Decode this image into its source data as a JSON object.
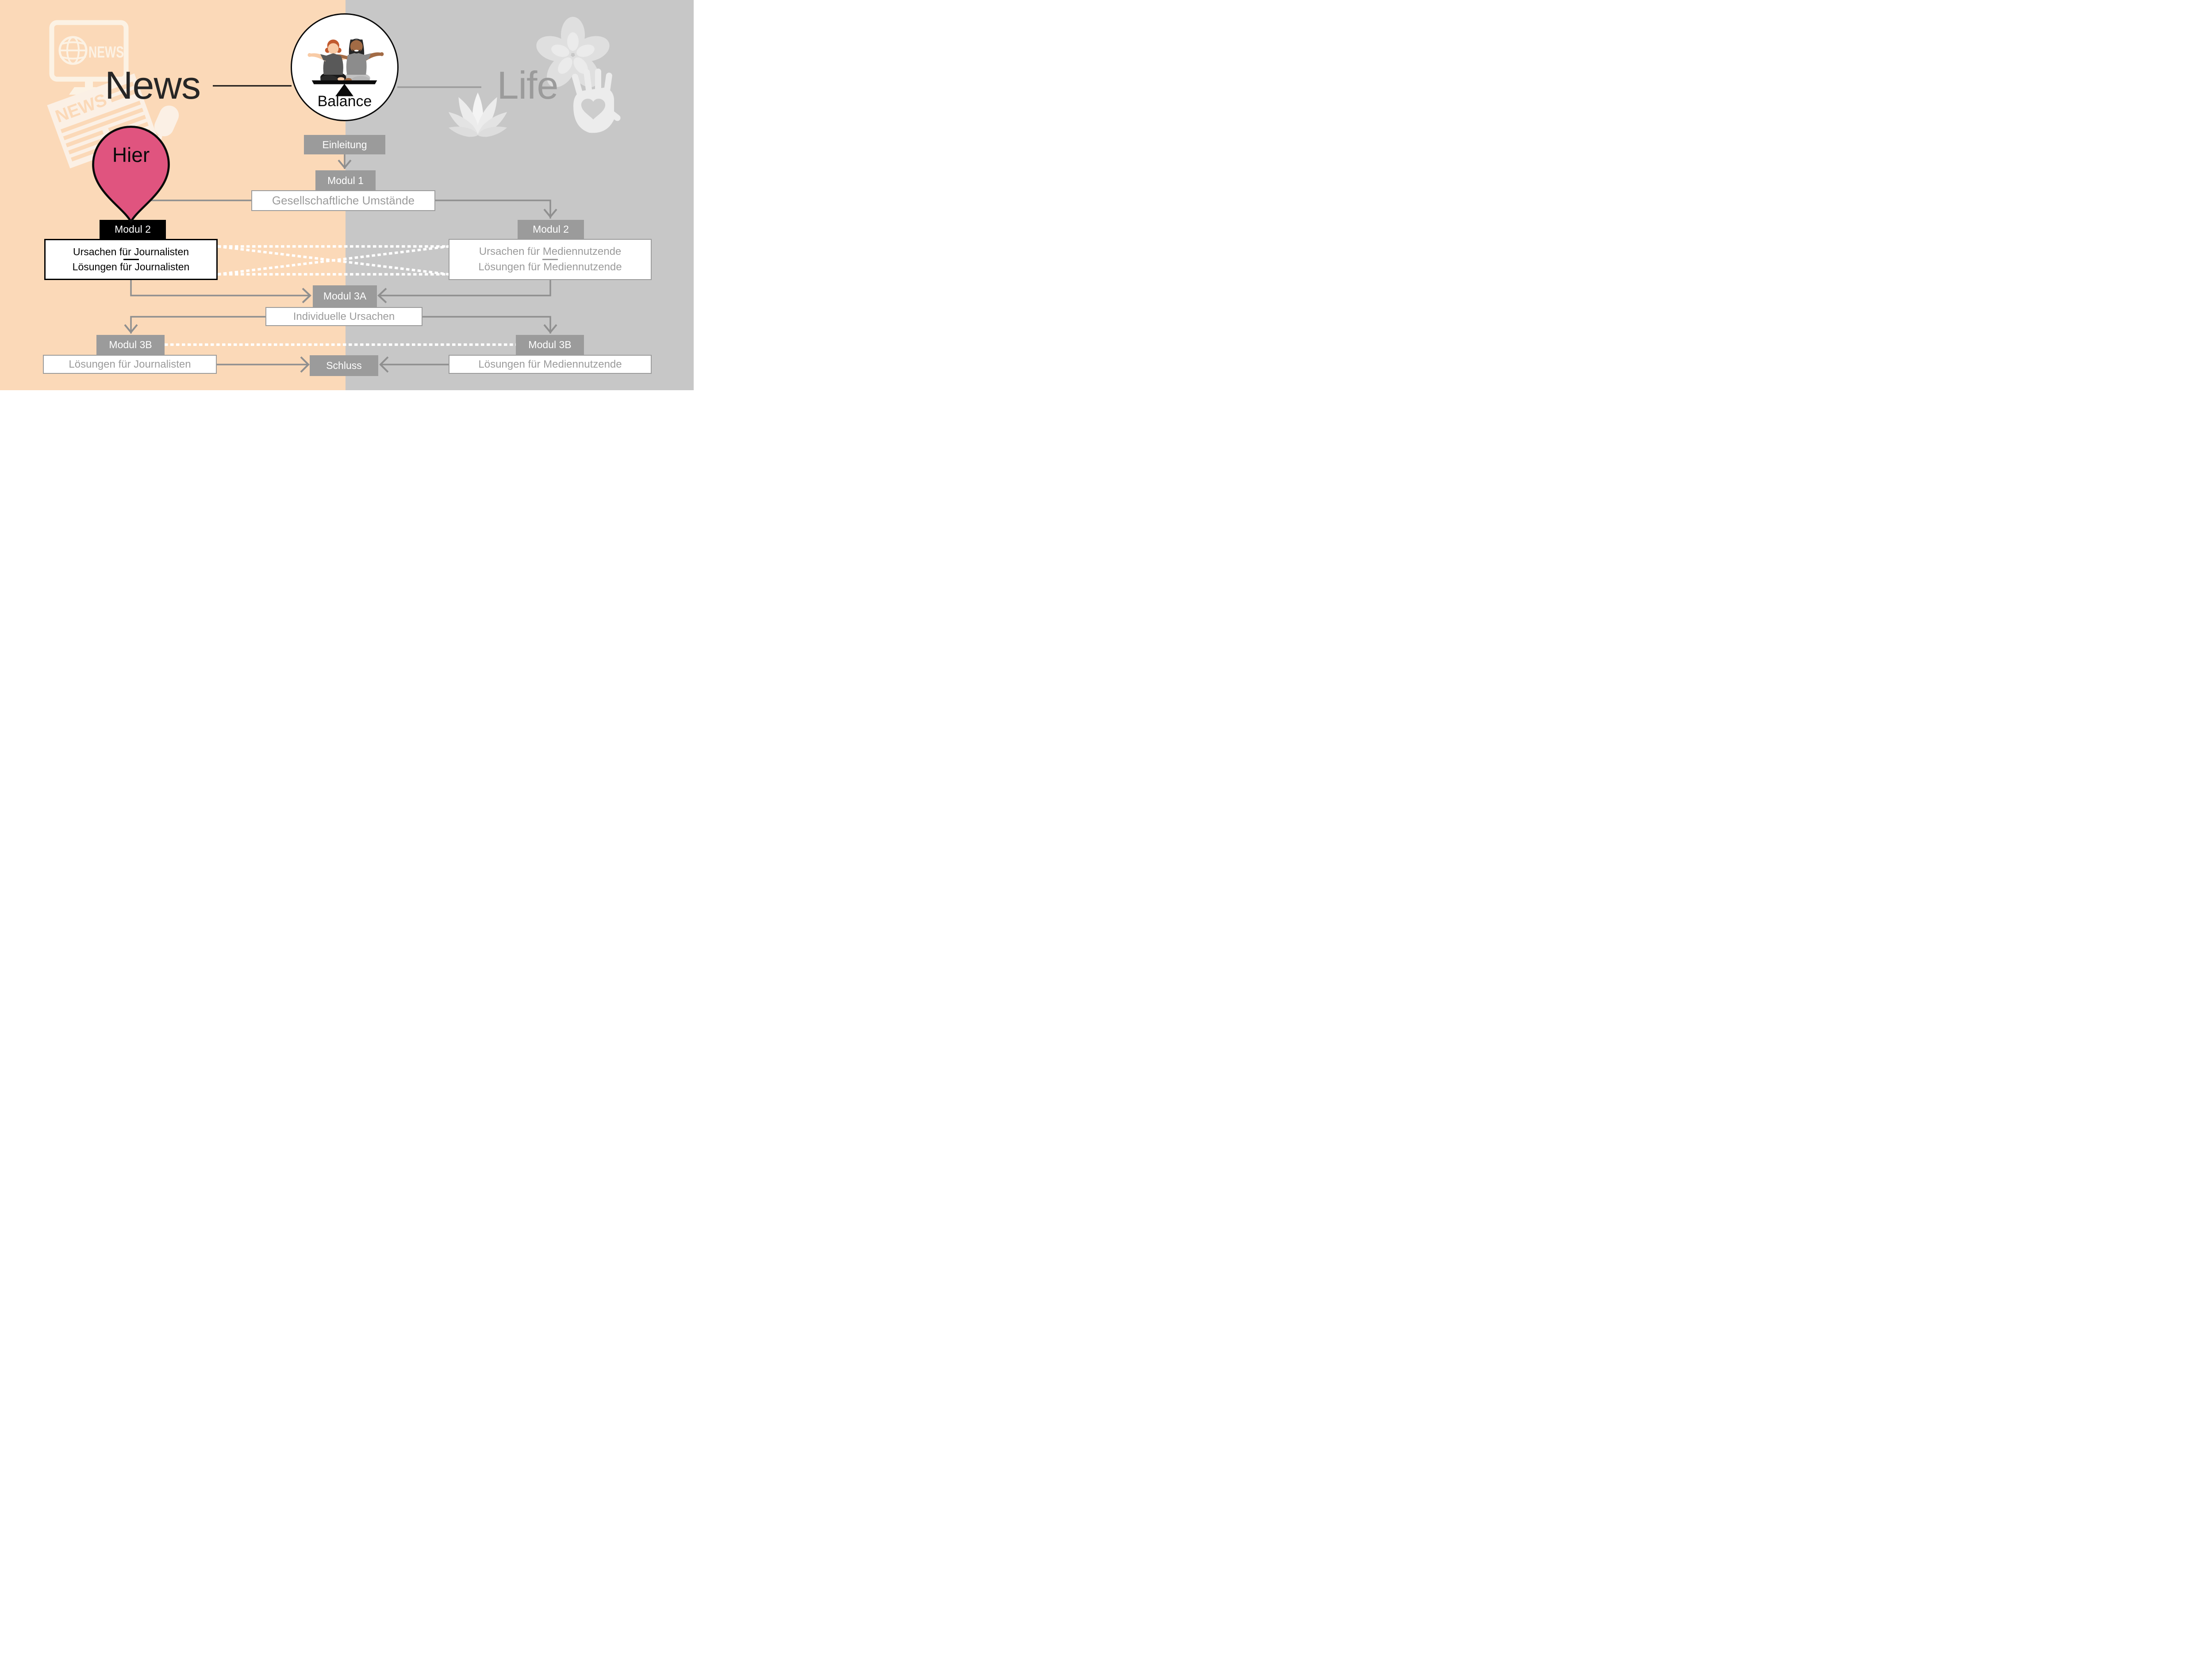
{
  "header": {
    "left_title": "News",
    "center_label": "Balance",
    "right_title": "Life"
  },
  "marker": {
    "label": "Hier"
  },
  "flow": {
    "einleitung": {
      "title": "Einleitung"
    },
    "modul1": {
      "title": "Modul 1",
      "subtitle": "Gesellschaftliche Umstände"
    },
    "modul2_news": {
      "title": "Modul 2",
      "items": [
        "Ursachen für Journalisten",
        "Lösungen für Journalisten"
      ]
    },
    "modul2_life": {
      "title": "Modul 2",
      "items": [
        "Ursachen für Mediennutzende",
        "Lösungen für Mediennutzende"
      ]
    },
    "modul3a": {
      "title": "Modul 3A",
      "subtitle": "Individuelle Ursachen"
    },
    "modul3b_news": {
      "title": "Modul 3B",
      "subtitle": "Lösungen für Journalisten"
    },
    "modul3b_life": {
      "title": "Modul 3B",
      "subtitle": "Lösungen für Mediennutzende"
    },
    "schluss": {
      "title": "Schluss"
    }
  },
  "icons": {
    "tv": "tv-news-icon",
    "newspaper": "newspaper-icon",
    "microphone": "microphone-icon",
    "balance": "balance-people-icon",
    "flower": "flower-icon",
    "lotus": "lotus-icon",
    "hand": "hand-heart-icon",
    "pin": "location-pin-icon"
  },
  "colors": {
    "news_bg": "#FBD9B8",
    "life_bg": "#C7C7C7",
    "cream_icon": "#FCF2E4",
    "life_icon": "#E2E2E2",
    "box_gray": "#9B9B9B",
    "line_gray": "#8F8F8F",
    "pin_pink": "#E0547F",
    "dotted_line": "#FFFFFF",
    "black": "#0A0A0A"
  }
}
